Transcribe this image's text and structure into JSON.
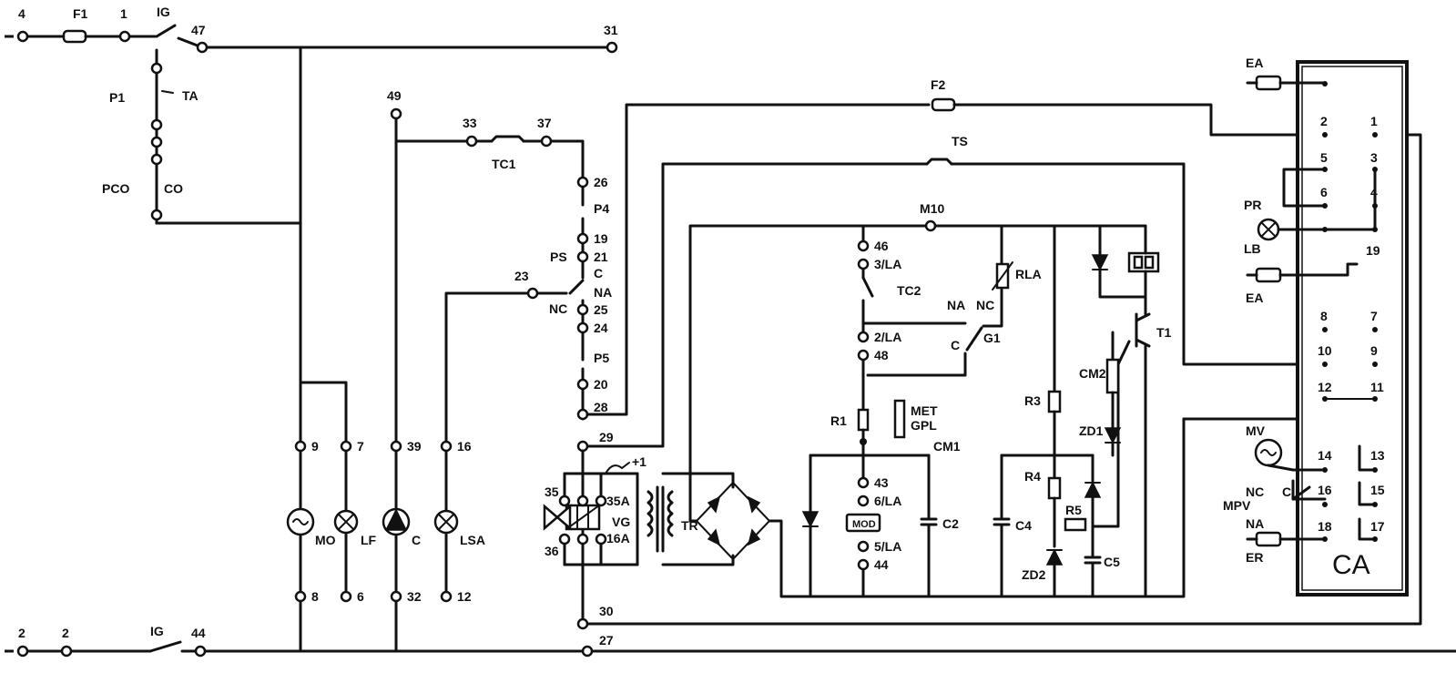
{
  "terminals": [
    {
      "id": "t4",
      "label": "4"
    },
    {
      "id": "t1",
      "label": "1"
    },
    {
      "id": "t47",
      "label": "47"
    },
    {
      "id": "t31",
      "label": "31"
    },
    {
      "id": "t49",
      "label": "49"
    },
    {
      "id": "t33",
      "label": "33"
    },
    {
      "id": "t37",
      "label": "37"
    },
    {
      "id": "t26",
      "label": "26"
    },
    {
      "id": "t19",
      "label": "19"
    },
    {
      "id": "t21",
      "label": "21"
    },
    {
      "id": "t23",
      "label": "23"
    },
    {
      "id": "t25",
      "label": "25"
    },
    {
      "id": "t24",
      "label": "24"
    },
    {
      "id": "t20",
      "label": "20"
    },
    {
      "id": "t28",
      "label": "28"
    },
    {
      "id": "t29",
      "label": "29"
    },
    {
      "id": "t30",
      "label": "30"
    },
    {
      "id": "t27",
      "label": "27"
    },
    {
      "id": "t9",
      "label": "9"
    },
    {
      "id": "t7",
      "label": "7"
    },
    {
      "id": "t39",
      "label": "39"
    },
    {
      "id": "t16",
      "label": "16"
    },
    {
      "id": "t8",
      "label": "8"
    },
    {
      "id": "t6",
      "label": "6"
    },
    {
      "id": "t32",
      "label": "32"
    },
    {
      "id": "t12",
      "label": "12"
    },
    {
      "id": "t2a",
      "label": "2"
    },
    {
      "id": "t2b",
      "label": "2"
    },
    {
      "id": "t44",
      "label": "44"
    },
    {
      "id": "t46",
      "label": "46"
    },
    {
      "id": "t3la",
      "label": "3/LA"
    },
    {
      "id": "t2la",
      "label": "2/LA"
    },
    {
      "id": "t48",
      "label": "48"
    },
    {
      "id": "t43",
      "label": "43"
    },
    {
      "id": "t6la",
      "label": "6/LA"
    },
    {
      "id": "t5la",
      "label": "5/LA"
    },
    {
      "id": "t44b",
      "label": "44"
    },
    {
      "id": "t35a",
      "label": "35A"
    },
    {
      "id": "t16a",
      "label": "16A"
    },
    {
      "id": "t18",
      "label": "18"
    },
    {
      "id": "t10",
      "label": "10"
    },
    {
      "id": "t11",
      "label": "11"
    }
  ],
  "components": {
    "f1": "F1",
    "ig_top": "IG",
    "p1": "P1",
    "ta": "TA",
    "pco": "PCO",
    "co": "CO",
    "tc1": "TC1",
    "p4": "P4",
    "ps": "PS",
    "c_ps": "C",
    "na_ps": "NA",
    "nc_ps": "NC",
    "p5": "P5",
    "f2": "F2",
    "ts": "TS",
    "m10": "M10",
    "tc2": "TC2",
    "rla": "RLA",
    "g1_na": "NA",
    "g1_nc": "NC",
    "g1_c": "C",
    "g1": "G1",
    "r1": "R1",
    "met": "MET",
    "gpl": "GPL",
    "cm1": "CM1",
    "mod": "MOD",
    "c2": "C2",
    "c4": "C4",
    "r3": "R3",
    "r4": "R4",
    "r5": "R5",
    "zd1": "ZD1",
    "zd2": "ZD2",
    "cm2": "CM2",
    "c5": "C5",
    "t1": "T1",
    "tr": "TR",
    "vg": "VG",
    "n35": "35",
    "n36": "36",
    "plus1": "+1",
    "mo": "MO",
    "lf": "LF",
    "c_pump": "C",
    "lsa": "LSA",
    "ig_bottom": "IG",
    "ea_top": "EA",
    "pr": "PR",
    "lb": "LB",
    "ea_mid": "EA",
    "mv": "MV",
    "nc_mpv": "NC",
    "c_mpv": "C",
    "mpv": "MPV",
    "na_mpv": "NA",
    "er": "ER",
    "ca": "CA"
  },
  "ca_pins": [
    "2",
    "1",
    "5",
    "3",
    "6",
    "4",
    "19",
    "8",
    "7",
    "10",
    "9",
    "12",
    "11",
    "14",
    "13",
    "16",
    "15",
    "18",
    "17"
  ]
}
